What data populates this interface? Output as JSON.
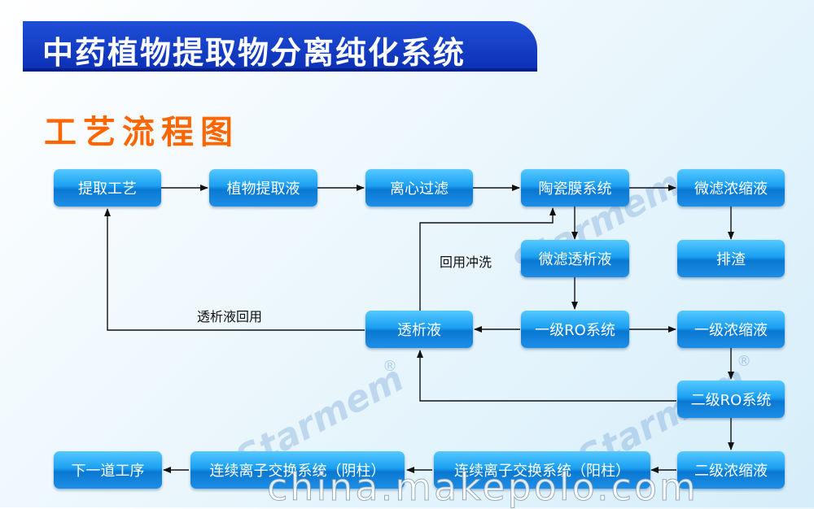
{
  "title": "中药植物提取物分离纯化系统",
  "subtitle": "工艺流程图",
  "nodes": {
    "n1": "提取工艺",
    "n2": "植物提取液",
    "n3": "离心过滤",
    "n4": "陶瓷膜系统",
    "n5": "微滤浓缩液",
    "n6": "排渣",
    "n7": "微滤透析液",
    "n8": "一级RO系统",
    "n9": "一级浓缩液",
    "n10": "透析液",
    "n11": "二级RO系统",
    "n12": "二级浓缩液",
    "n13": "连续离子交换系统（阳柱）",
    "n14": "连续离子交换系统（阴柱）",
    "n15": "下一道工序"
  },
  "labels": {
    "rinse": "回用冲洗",
    "reuse": "透析液回用"
  },
  "watermark": {
    "brand": "Starmem",
    "registered": "®",
    "site": "china.makepolo.com"
  },
  "colors": {
    "title_bar": "#0b2fb4",
    "subtitle": "#ff6600",
    "node": "#1aa0f2",
    "arrow": "#111111"
  }
}
